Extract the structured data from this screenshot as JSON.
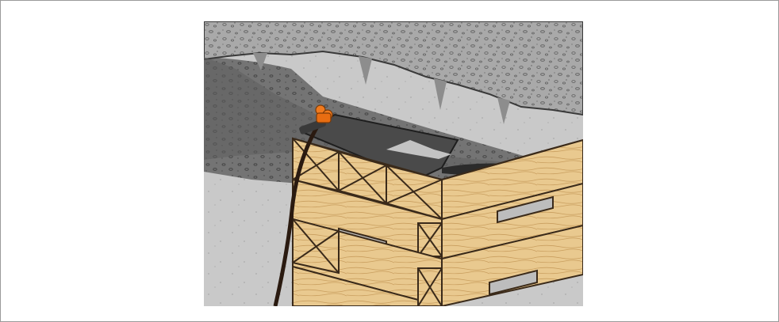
{
  "figure": {
    "subject_icons": [
      "rock-ceiling",
      "wooden-crib-stack",
      "lifting-bag",
      "air-hose"
    ],
    "colors": {
      "ceiling_rock": "#a8a8a8",
      "cavity_shadow": "#6e6e6e",
      "wall_background": "#c8c8c8",
      "timber": "#e8c98e",
      "timber_outline": "#3a2a1a",
      "lifting_bag": "#4a4a4a",
      "hose_fitting": "#f07a1e",
      "hose": "#2a1a10"
    }
  }
}
